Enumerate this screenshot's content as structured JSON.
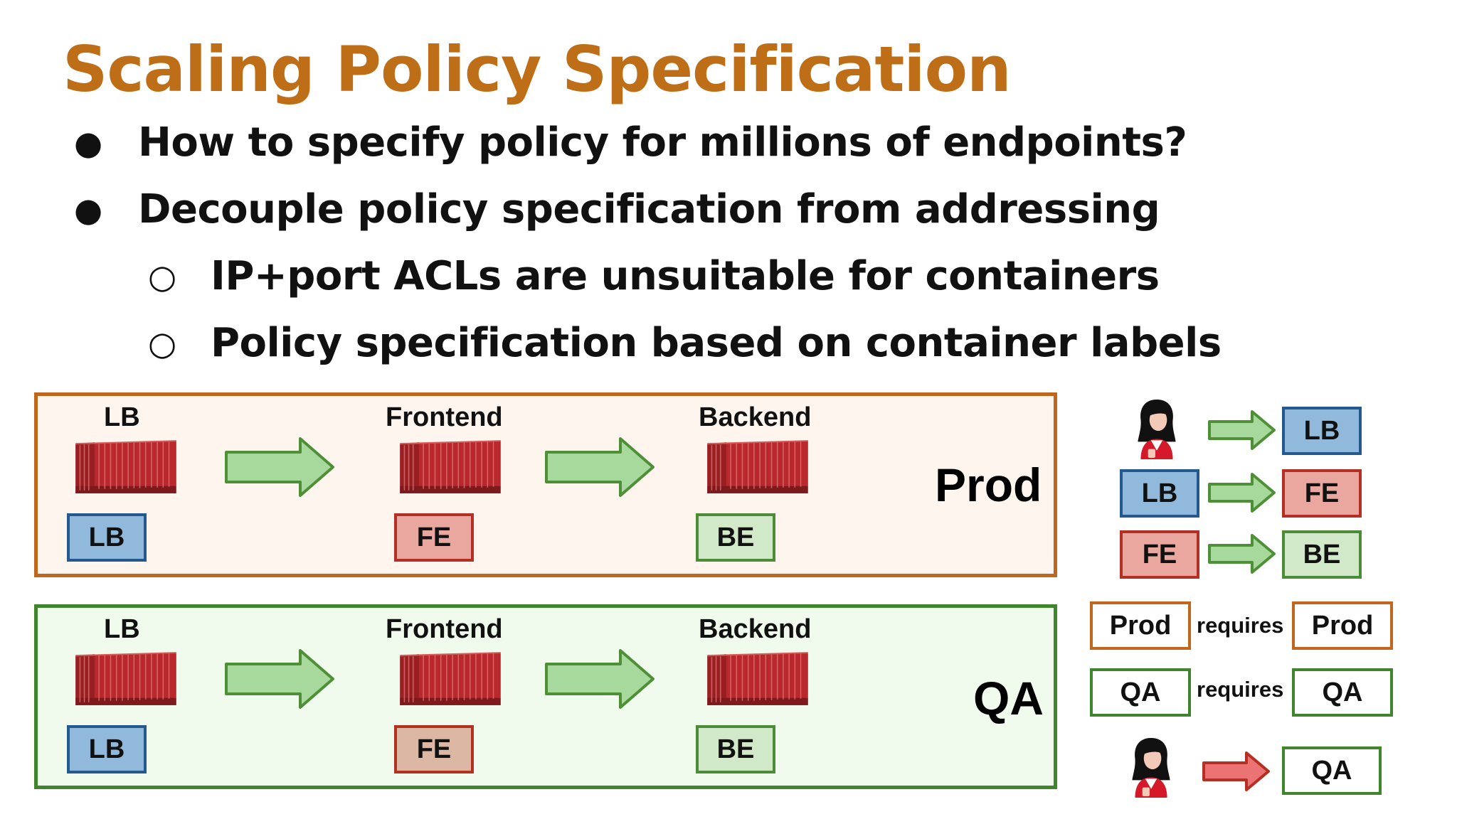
{
  "title": "Scaling Policy Specification",
  "bullets": [
    {
      "marker": "●",
      "text": "How to specify policy for millions of endpoints?"
    },
    {
      "marker": "●",
      "text": "Decouple policy specification from addressing"
    },
    {
      "marker": "○",
      "text": "IP+port ACLs are unsuitable for containers"
    },
    {
      "marker": "○",
      "text": "Policy specification based on container labels"
    }
  ],
  "environments": [
    {
      "label": "Prod",
      "services": [
        {
          "name": "LB",
          "tag": "LB"
        },
        {
          "name": "Frontend",
          "tag": "FE"
        },
        {
          "name": "Backend",
          "tag": "BE"
        }
      ]
    },
    {
      "label": "QA",
      "services": [
        {
          "name": "LB",
          "tag": "LB"
        },
        {
          "name": "Frontend",
          "tag": "FE"
        },
        {
          "name": "Backend",
          "tag": "BE"
        }
      ]
    }
  ],
  "policy_rules": [
    {
      "from": "user-icon",
      "to": "LB",
      "arrow": "green"
    },
    {
      "from": "LB",
      "to": "FE",
      "arrow": "green"
    },
    {
      "from": "FE",
      "to": "BE",
      "arrow": "green"
    },
    {
      "from": "Prod",
      "relation": "requires",
      "to": "Prod"
    },
    {
      "from": "QA",
      "relation": "requires",
      "to": "QA"
    },
    {
      "from": "user-icon",
      "to": "QA",
      "arrow": "red"
    }
  ],
  "colors": {
    "title": "#bd6e16",
    "prod_border": "#c0661d",
    "qa_border": "#3f852c",
    "container_red": "#c8383a",
    "arrow_green": "#a3d89a",
    "arrow_red": "#e55a5a"
  }
}
